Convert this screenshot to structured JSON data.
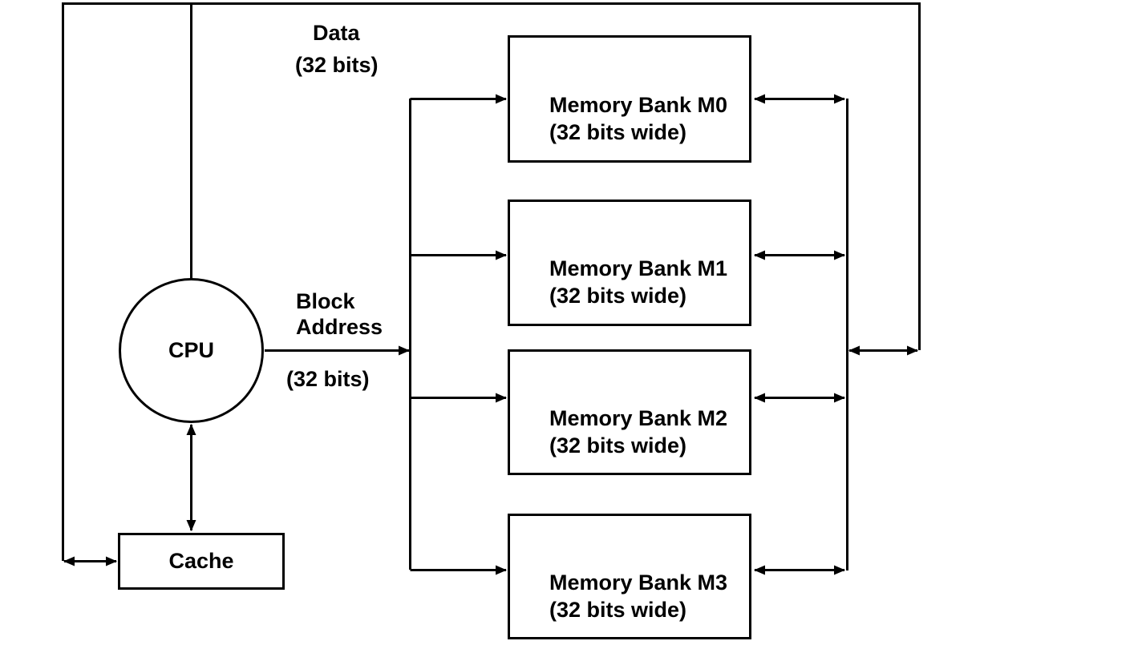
{
  "diagram": {
    "cpu": {
      "label": "CPU"
    },
    "cache": {
      "label": "Cache"
    },
    "banks": [
      {
        "name": "Memory Bank M0",
        "width_note": "(32 bits wide)"
      },
      {
        "name": "Memory Bank M1",
        "width_note": "(32 bits wide)"
      },
      {
        "name": "Memory Bank M2",
        "width_note": "(32 bits wide)"
      },
      {
        "name": "Memory Bank M3",
        "width_note": "(32 bits wide)"
      }
    ],
    "data_bus_label": {
      "line1": "Data",
      "line2": "(32 bits)"
    },
    "block_address_label": {
      "line1": "Block",
      "line2": "Address",
      "line3": "(32 bits)"
    },
    "colors": {
      "ink": "#000000",
      "background": "#ffffff"
    }
  }
}
